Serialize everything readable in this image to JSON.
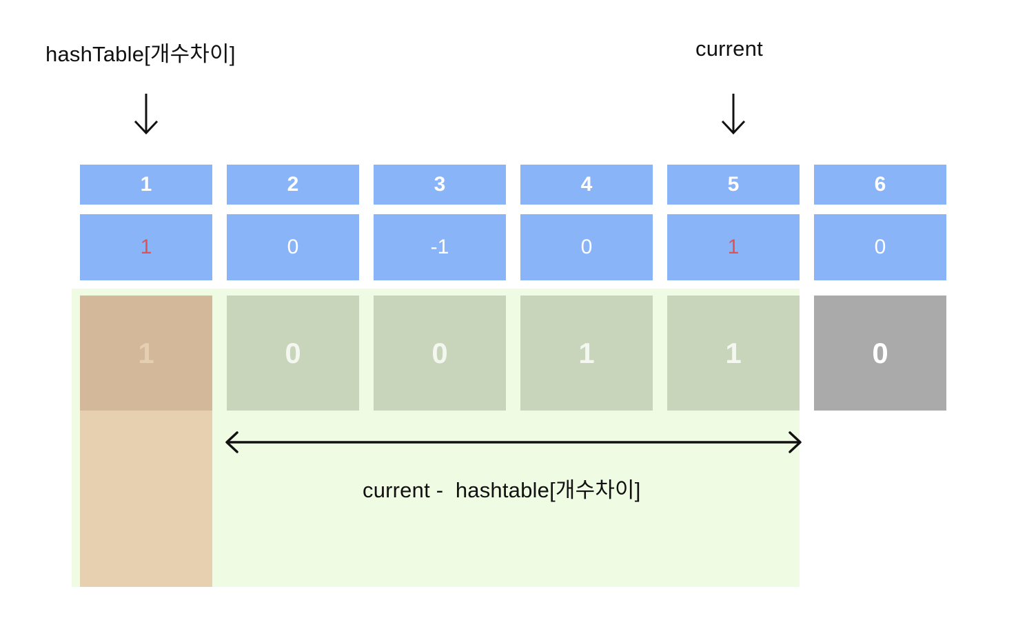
{
  "pointers": {
    "left_label": "hashTable[개수차이]",
    "right_label": "current"
  },
  "indices": [
    "1",
    "2",
    "3",
    "4",
    "5",
    "6"
  ],
  "differences": [
    "1",
    "0",
    "-1",
    "0",
    "1",
    "0"
  ],
  "bits": [
    "1",
    "0",
    "0",
    "1",
    "1",
    "0"
  ],
  "range_label": "current -  hashtable[개수차이]",
  "colors": {
    "cell_blue": "#8ab4f8",
    "highlight_red": "#e05252",
    "range_green": "#effbe3",
    "bit_green": "#c8d5bb",
    "reference_tan": "#e7d0b0",
    "reference_tan_dark": "#d3b999",
    "outside_gray": "#aaaaaa"
  },
  "icons": [
    "arrow-down-icon",
    "double-arrow-icon"
  ]
}
